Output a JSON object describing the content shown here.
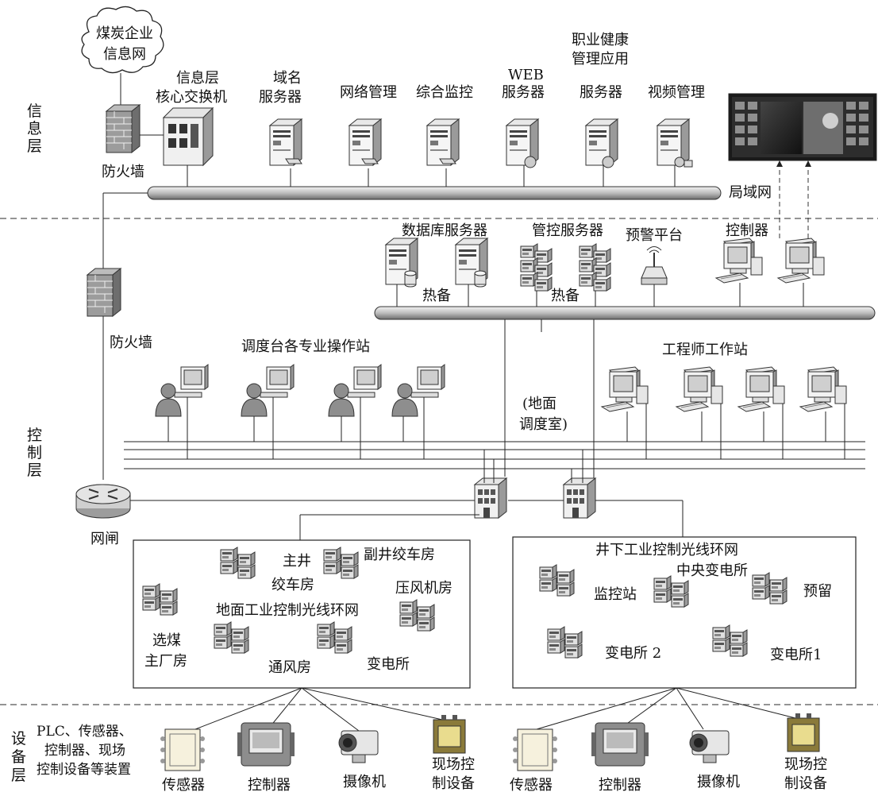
{
  "layers": {
    "info": [
      "信",
      "息",
      "层"
    ],
    "control": [
      "控",
      "制",
      "层"
    ],
    "device": [
      "设",
      "备",
      "层"
    ]
  },
  "info_layer": {
    "cloud": [
      "煤炭企业",
      "信息网"
    ],
    "core_switch": [
      "信息层",
      "核心交换机"
    ],
    "firewall": "防火墙",
    "servers": [
      {
        "label": [
          "域名",
          "服务器"
        ]
      },
      {
        "label": [
          "网络管理"
        ]
      },
      {
        "label": [
          "综合监控"
        ]
      },
      {
        "label": [
          "WEB",
          "服务器"
        ]
      },
      {
        "label": [
          "职业健康",
          "管理应用",
          "服务器"
        ]
      },
      {
        "label": [
          "视频管理"
        ]
      }
    ],
    "lan": "局域网"
  },
  "control_layer": {
    "db_server": "数据库服务器",
    "mgmt_server": "管控服务器",
    "alarm_platform": "预警平台",
    "controller": "控制器",
    "hot_standby": "热备",
    "firewall": "防火墙",
    "dispatch_stations": "调度台各专业操作站",
    "engineer_stations": "工程师工作站",
    "control_room": [
      "(地面",
      "调度室)"
    ],
    "gateway": "网闸"
  },
  "surface_ring": {
    "title": "地面工业控制光线环网",
    "main_shaft": [
      "主井",
      "绞车房"
    ],
    "aux_shaft": "副井绞车房",
    "compressor": "压风机房",
    "coal_prep": [
      "选煤",
      "主厂房"
    ],
    "ventilation": "通风房",
    "substation": "变电所"
  },
  "underground_ring": {
    "title": "井下工业控制光线环网",
    "central_substation": "中央变电所",
    "monitor_station": "监控站",
    "reserved": "预留",
    "substation2": "变电所 2",
    "substation1": "变电所1"
  },
  "device_layer": {
    "description": [
      "PLC、传感器、",
      "控制器、现场",
      "控制设备等装置"
    ],
    "left": [
      "传感器",
      "控制器",
      "摄像机",
      [
        "现场控",
        "制设备"
      ]
    ],
    "right": [
      "传感器",
      "控制器",
      "摄像机",
      [
        "现场控",
        "制设备"
      ]
    ]
  }
}
